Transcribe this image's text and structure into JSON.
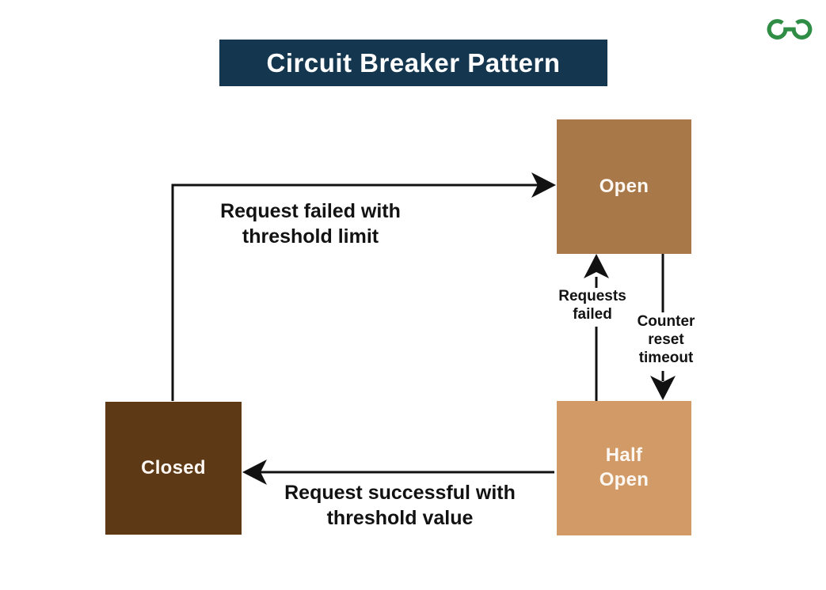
{
  "header": {
    "title": "Circuit Breaker Pattern",
    "title_bg": "#14364e",
    "title_color": "#ffffff",
    "logo": "geeksforgeeks-logo",
    "logo_color": "#2f8d46"
  },
  "diagram": {
    "type": "state-diagram",
    "arrow_color": "#111111",
    "nodes": [
      {
        "id": "open",
        "label": "Open",
        "color": "#a97848",
        "text_color": "#fdf8f3"
      },
      {
        "id": "closed",
        "label": "Closed",
        "color": "#5e3915",
        "text_color": "#fdf8f3"
      },
      {
        "id": "half_open",
        "label_line1": "Half",
        "label_line2": "Open",
        "color": "#d19a66",
        "text_color": "#fdf8f3"
      }
    ],
    "edges": [
      {
        "from": "closed",
        "to": "open",
        "label_line1": "Request failed with",
        "label_line2": "threshold limit"
      },
      {
        "from": "half_open",
        "to": "open",
        "label_line1": "Requests",
        "label_line2": "failed"
      },
      {
        "from": "open",
        "to": "half_open",
        "label_line1": "Counter",
        "label_line2": "reset",
        "label_line3": "timeout"
      },
      {
        "from": "half_open",
        "to": "closed",
        "label_line1": "Request successful with",
        "label_line2": "threshold value"
      }
    ]
  }
}
